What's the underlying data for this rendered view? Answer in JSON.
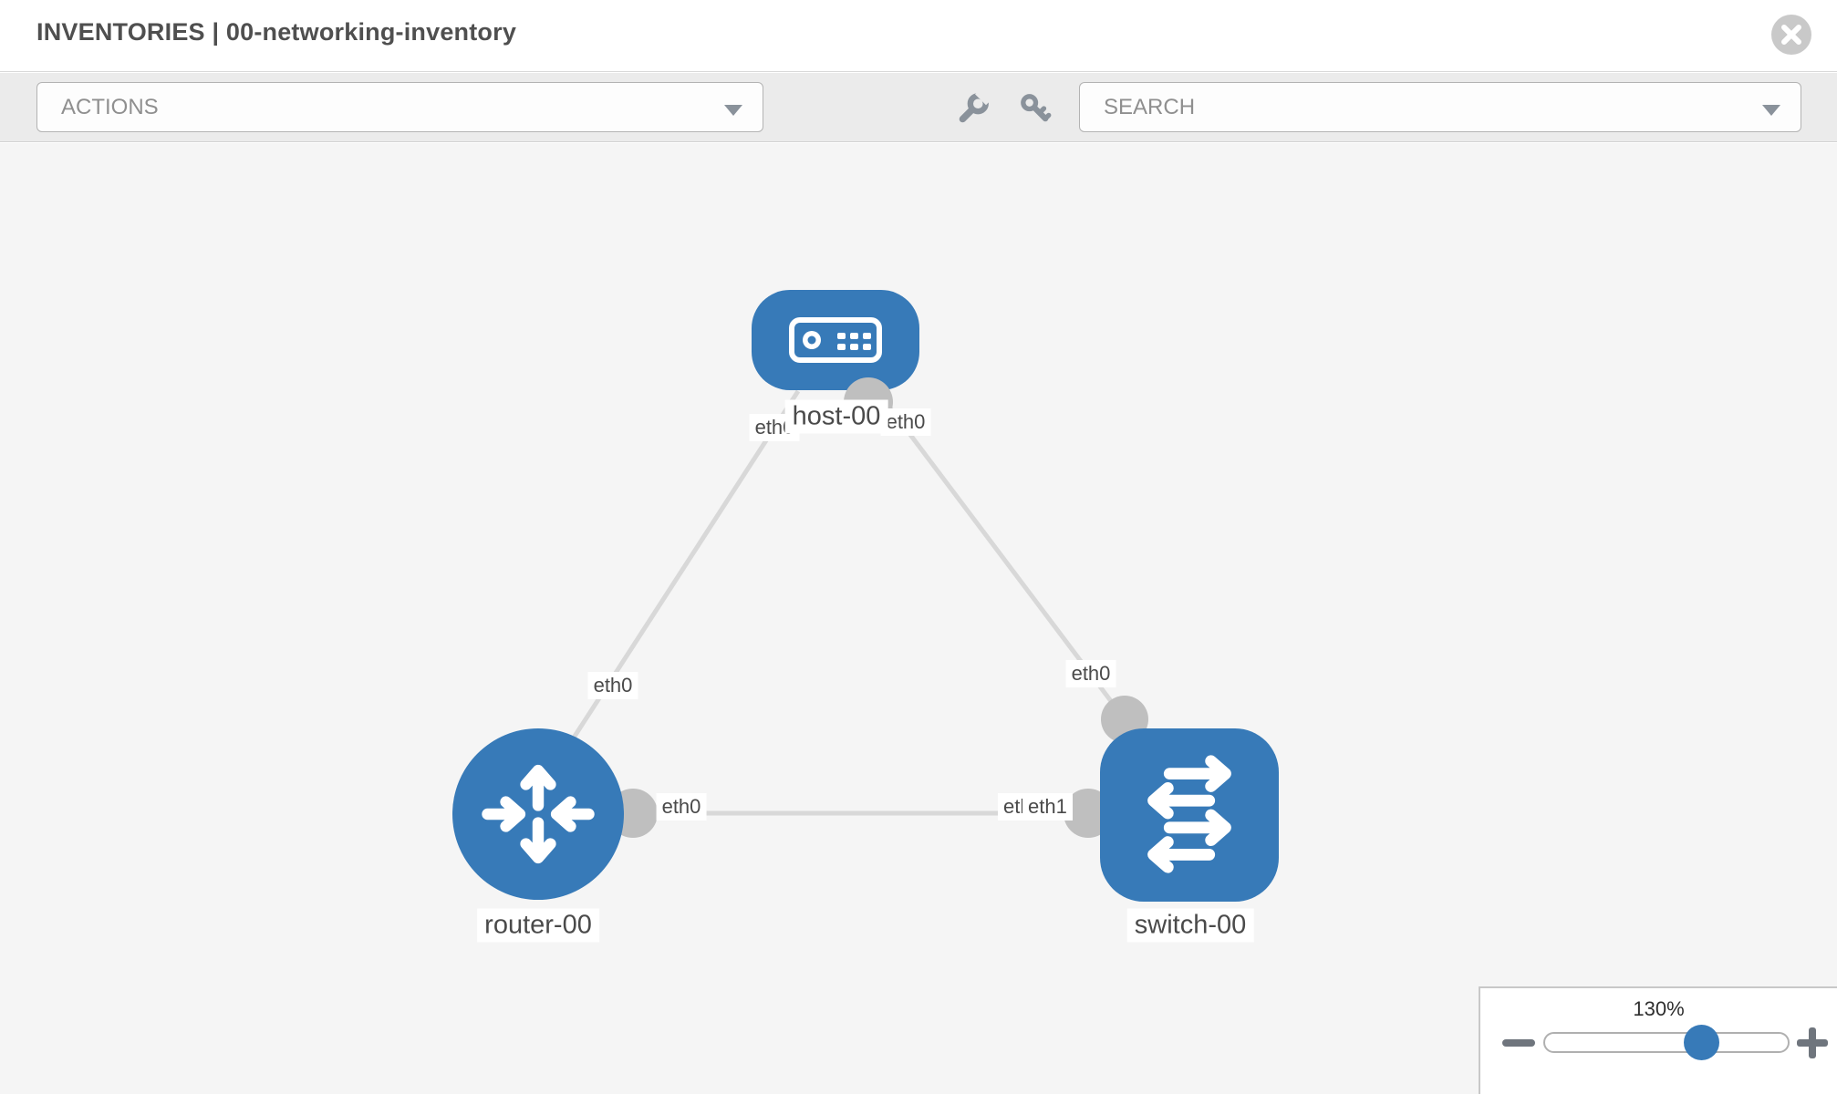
{
  "header": {
    "title": "INVENTORIES | 00-networking-inventory",
    "close_icon": "close-icon"
  },
  "toolbar": {
    "actions_placeholder": "ACTIONS",
    "search_placeholder": "SEARCH",
    "icons": [
      "wrench-icon",
      "key-icon",
      "chevron-down-icon"
    ]
  },
  "topology": {
    "nodes": [
      {
        "id": "host-00",
        "type": "host",
        "label": "host-00"
      },
      {
        "id": "router-00",
        "type": "router",
        "label": "router-00"
      },
      {
        "id": "switch-00",
        "type": "switch",
        "label": "switch-00"
      }
    ],
    "interface_labels": {
      "host_left": "eth0",
      "host_right": "eth0",
      "router_top": "eth0",
      "switch_top": "eth0",
      "router_right": "eth0",
      "switch_left_back": "eth0",
      "switch_left_front": "eth1"
    },
    "links": [
      {
        "from": "host-00",
        "from_if": "eth0",
        "to": "router-00",
        "to_if": "eth0"
      },
      {
        "from": "host-00",
        "from_if": "eth0",
        "to": "switch-00",
        "to_if": "eth0"
      },
      {
        "from": "router-00",
        "from_if": "eth0",
        "to": "switch-00",
        "to_if": "eth1"
      }
    ],
    "colors": {
      "node": "#377ab8",
      "link": "#d8d8d8",
      "port": "#bfbfbf",
      "canvas": "#f5f5f5"
    }
  },
  "zoom_panel": {
    "level": "130%",
    "minus_icon": "minus-icon",
    "plus_icon": "plus-icon"
  }
}
